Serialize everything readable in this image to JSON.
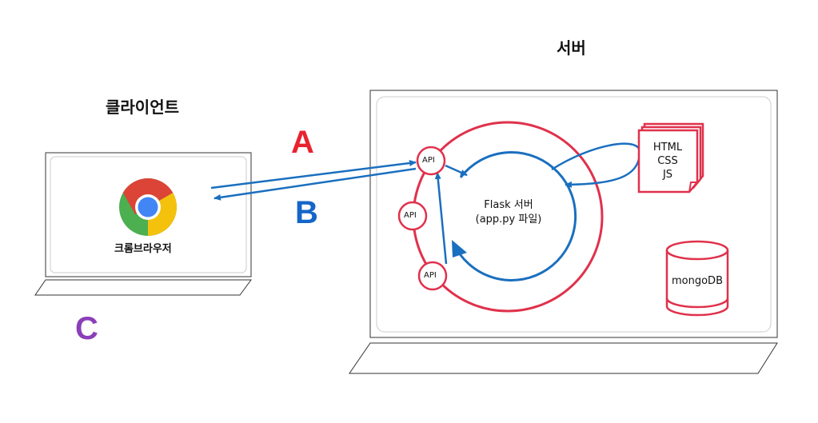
{
  "client": {
    "title": "클라이언트",
    "browser_label": "크롬브라우저"
  },
  "server": {
    "title": "서버",
    "flask_line1": "Flask 서버",
    "flask_line2": "(app.py 파일)",
    "api_labels": [
      "API",
      "API",
      "API"
    ],
    "files_line1": "HTML",
    "files_line2": "CSS",
    "files_line3": "JS",
    "db_label": "mongoDB"
  },
  "markers": {
    "a": "A",
    "b": "B",
    "c": "C"
  },
  "colors": {
    "red": "#e0314b",
    "blue": "#1a6fbf",
    "marker_a": "#e8232f",
    "marker_b": "#1466c8",
    "marker_c": "#8b3fb8",
    "frame": "#333333",
    "inner_border": "#cccccc"
  }
}
